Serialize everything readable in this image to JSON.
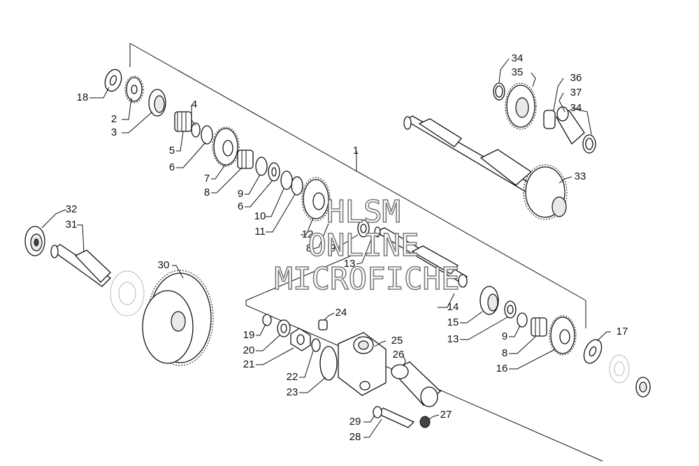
{
  "callouts": [
    {
      "label": "1"
    },
    {
      "label": "2"
    },
    {
      "label": "3"
    },
    {
      "label": "4"
    },
    {
      "label": "5"
    },
    {
      "label": "6"
    },
    {
      "label": "7"
    },
    {
      "label": "8"
    },
    {
      "label": "9"
    },
    {
      "label": "6"
    },
    {
      "label": "10"
    },
    {
      "label": "11"
    },
    {
      "label": "12"
    },
    {
      "label": "8"
    },
    {
      "label": "9"
    },
    {
      "label": "13"
    },
    {
      "label": "14"
    },
    {
      "label": "15"
    },
    {
      "label": "13"
    },
    {
      "label": "9"
    },
    {
      "label": "8"
    },
    {
      "label": "16"
    },
    {
      "label": "17"
    },
    {
      "label": "18"
    },
    {
      "label": "19"
    },
    {
      "label": "20"
    },
    {
      "label": "21"
    },
    {
      "label": "22"
    },
    {
      "label": "23"
    },
    {
      "label": "24"
    },
    {
      "label": "25"
    },
    {
      "label": "26"
    },
    {
      "label": "27"
    },
    {
      "label": "28"
    },
    {
      "label": "29"
    },
    {
      "label": "30"
    },
    {
      "label": "31"
    },
    {
      "label": "32"
    },
    {
      "label": "33"
    },
    {
      "label": "34"
    },
    {
      "label": "35"
    },
    {
      "label": "36"
    },
    {
      "label": "37"
    },
    {
      "label": "34"
    }
  ],
  "watermark": {
    "line1": "HLSM",
    "line2": "ONLINE",
    "line3": "MICROFICHE"
  }
}
